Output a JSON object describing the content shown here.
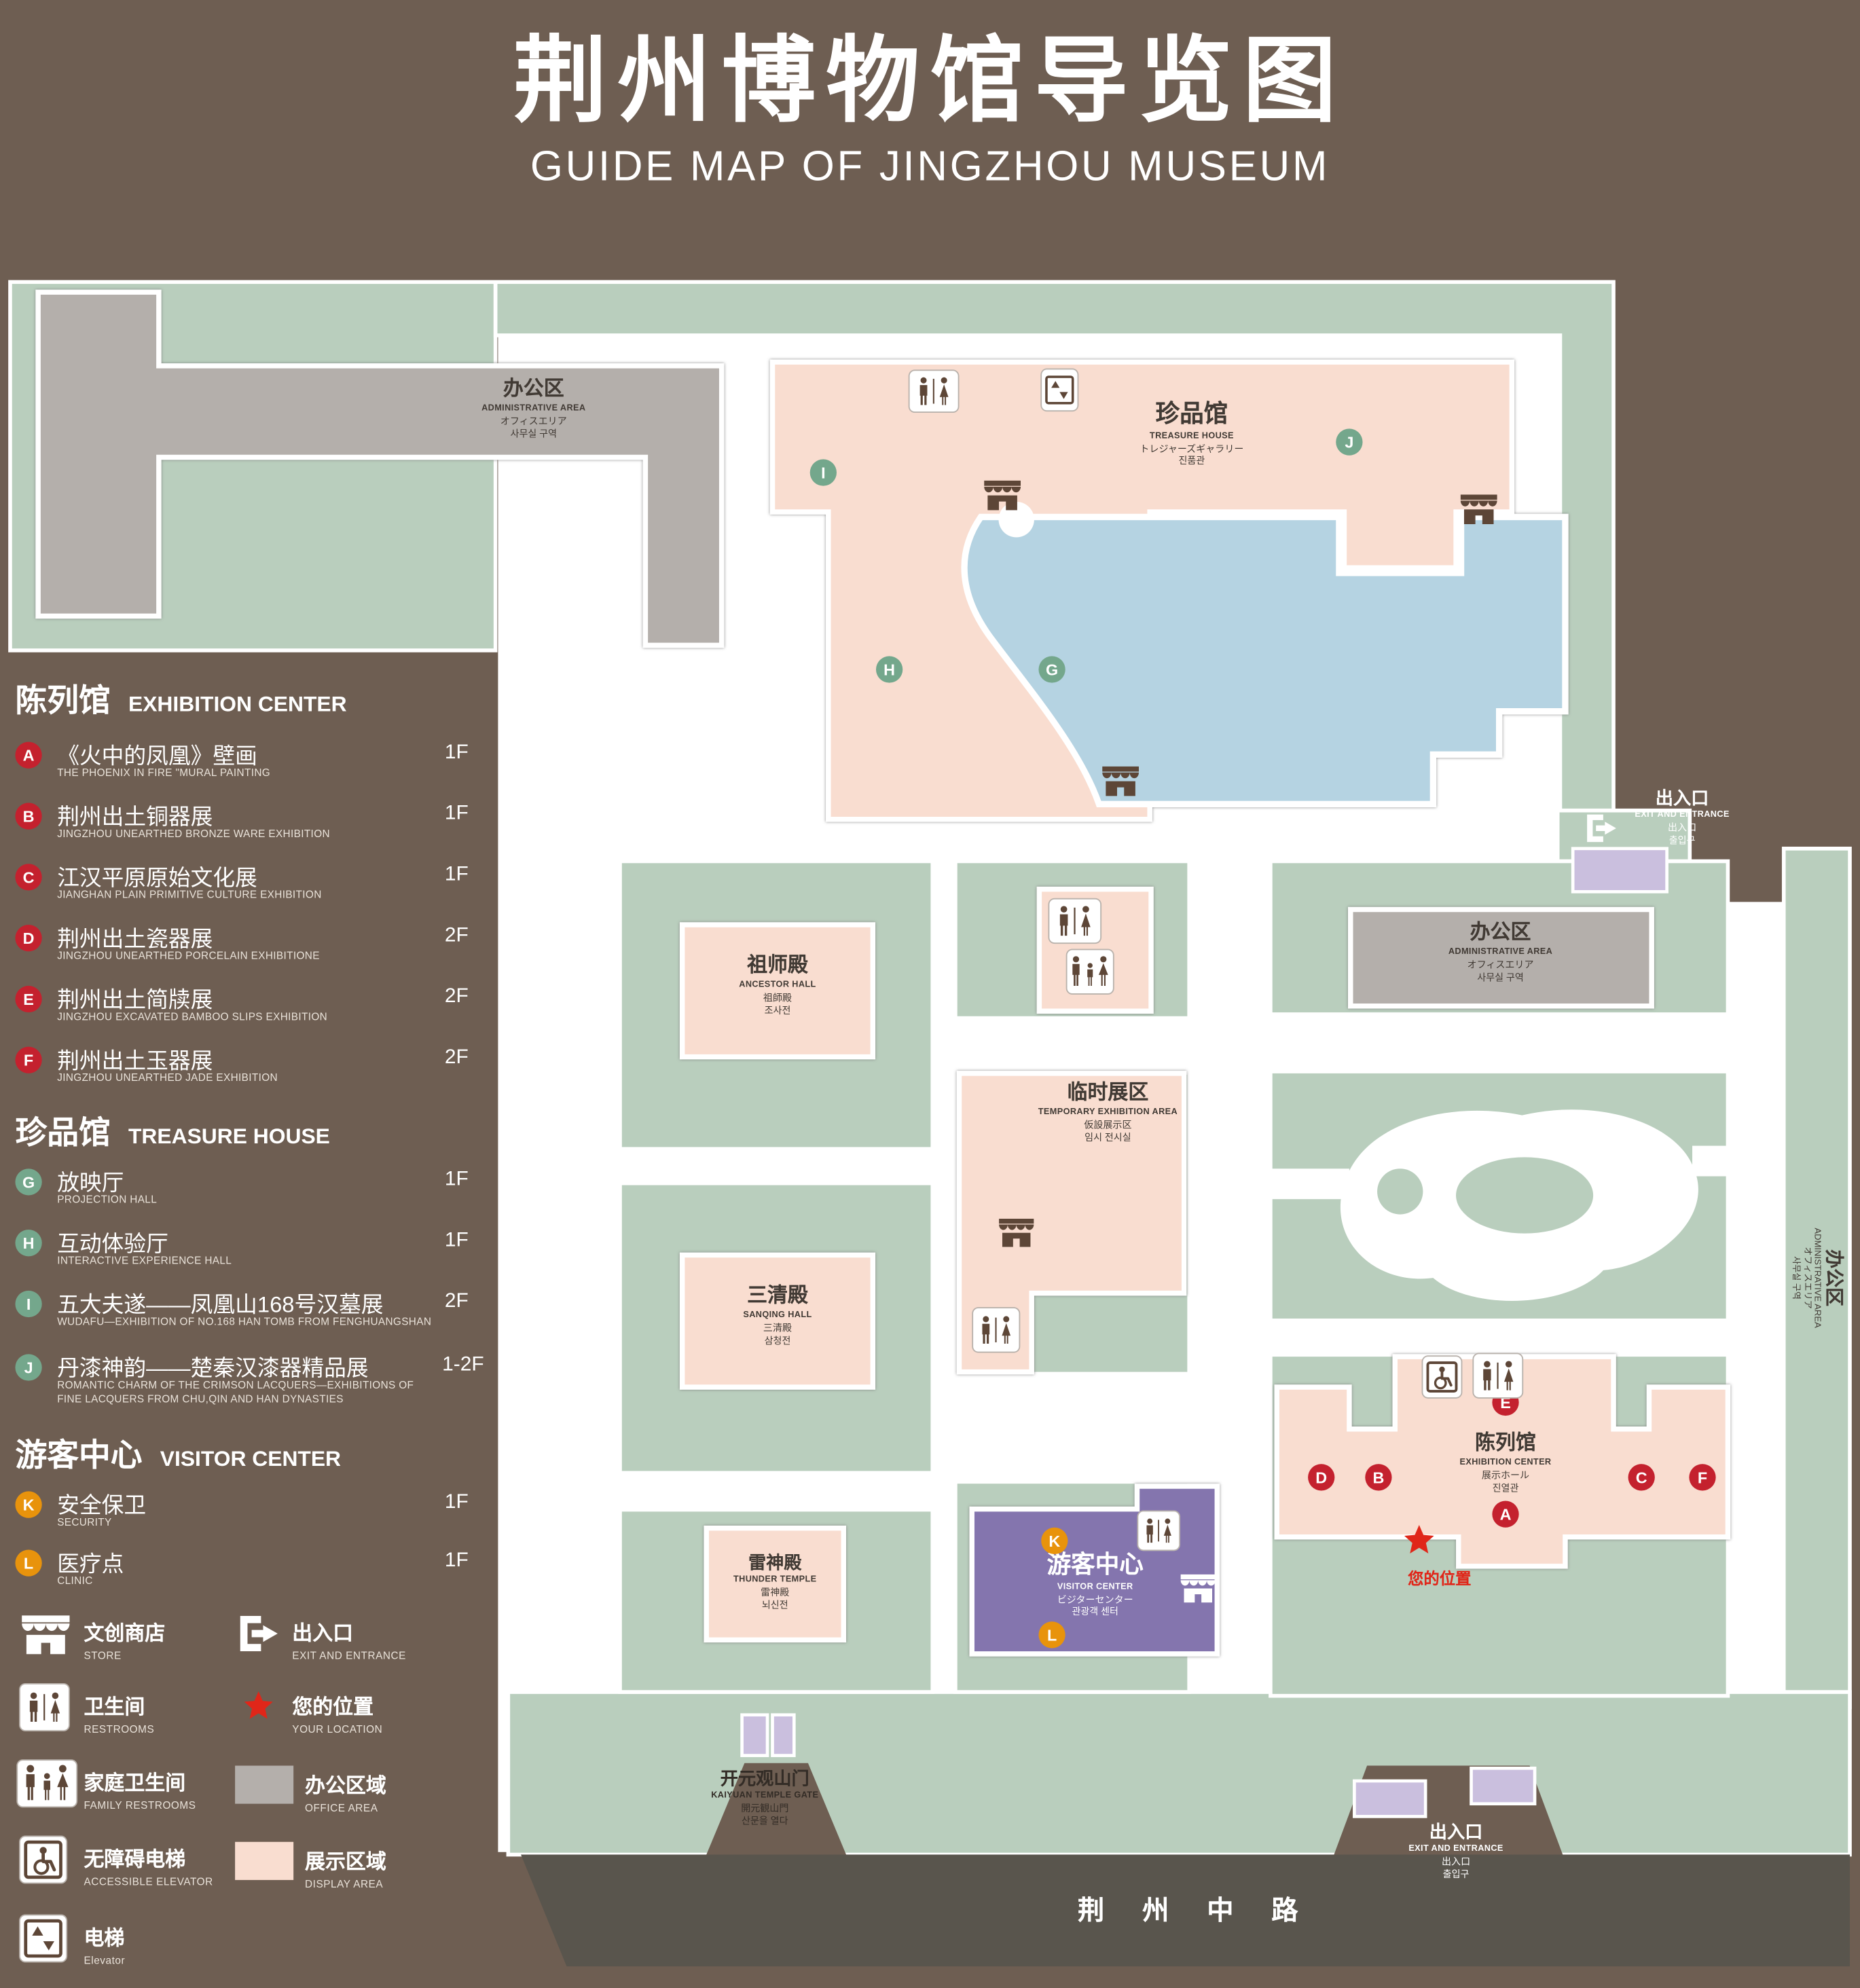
{
  "header": {
    "title": "荆州博物馆导览图",
    "subtitle": "GUIDE MAP OF JINGZHOU MUSEUM"
  },
  "sidebar": {
    "sections": [
      {
        "zh": "陈列馆",
        "en": "EXHIBITION CENTER",
        "items": [
          {
            "letter": "A",
            "zh": "《火中的凤凰》壁画",
            "en": "THE PHOENIX IN FIRE \"MURAL PAINTING",
            "floor": "1F"
          },
          {
            "letter": "B",
            "zh": "荆州出土铜器展",
            "en": "JINGZHOU UNEARTHED BRONZE WARE EXHIBITION",
            "floor": "1F"
          },
          {
            "letter": "C",
            "zh": "江汉平原原始文化展",
            "en": "JIANGHAN PLAIN PRIMITIVE CULTURE EXHIBITION",
            "floor": "1F"
          },
          {
            "letter": "D",
            "zh": "荆州出土瓷器展",
            "en": "JINGZHOU UNEARTHED PORCELAIN EXHIBITIONE",
            "floor": "2F"
          },
          {
            "letter": "E",
            "zh": "荆州出土简牍展",
            "en": "JINGZHOU EXCAVATED BAMBOO SLIPS EXHIBITION",
            "floor": "2F"
          },
          {
            "letter": "F",
            "zh": "荆州出土玉器展",
            "en": "JINGZHOU UNEARTHED JADE EXHIBITION",
            "floor": "2F"
          }
        ]
      },
      {
        "zh": "珍品馆",
        "en": "TREASURE HOUSE",
        "items": [
          {
            "letter": "G",
            "zh": "放映厅",
            "en": "PROJECTION HALL",
            "floor": "1F"
          },
          {
            "letter": "H",
            "zh": "互动体验厅",
            "en": "INTERACTIVE EXPERIENCE HALL",
            "floor": "1F"
          },
          {
            "letter": "I",
            "zh": "五大夫遂——凤凰山168号汉墓展",
            "en": "WUDAFU—EXHIBITION OF NO.168 HAN TOMB FROM FENGHUANGSHAN",
            "floor": "2F"
          },
          {
            "letter": "J",
            "zh": "丹漆神韵——楚秦汉漆器精品展",
            "en": "ROMANTIC CHARM OF THE CRIMSON LACQUERS—EXHIBITIONS OF FINE LACQUERS FROM CHU,QIN AND HAN DYNASTIES",
            "floor": "1-2F"
          }
        ]
      },
      {
        "zh": "游客中心",
        "en": "VISITOR CENTER",
        "items": [
          {
            "letter": "K",
            "zh": "安全保卫",
            "en": "SECURITY",
            "floor": "1F"
          },
          {
            "letter": "L",
            "zh": "医疗点",
            "en": "CLINIC",
            "floor": "1F"
          }
        ]
      }
    ]
  },
  "legend": {
    "store": {
      "zh": "文创商店",
      "en": "STORE"
    },
    "exit": {
      "zh": "出入口",
      "en": "EXIT AND ENTRANCE"
    },
    "restroom": {
      "zh": "卫生间",
      "en": "RESTROOMS"
    },
    "location": {
      "zh": "您的位置",
      "en": "YOUR LOCATION"
    },
    "family": {
      "zh": "家庭卫生间",
      "en": "FAMILY RESTROOMS"
    },
    "office": {
      "zh": "办公区域",
      "en": "OFFICE AREA"
    },
    "accessible": {
      "zh": "无障碍电梯",
      "en": "ACCESSIBLE ELEVATOR"
    },
    "display": {
      "zh": "展示区域",
      "en": "DISPLAY AREA"
    },
    "elevator": {
      "zh": "电梯",
      "en": "Elevator"
    }
  },
  "map": {
    "admin_top": {
      "zh": "办公区",
      "en": "ADMINISTRATIVE AREA",
      "ja": "オフィスエリア",
      "ko": "사무실 구역"
    },
    "treasure": {
      "zh": "珍品馆",
      "en": "TREASURE HOUSE",
      "ja": "トレジャーズギャラリー",
      "ko": "진품관"
    },
    "ancestor": {
      "zh": "祖师殿",
      "en": "ANCESTOR HALL",
      "ja": "祖師殿",
      "ko": "조사전"
    },
    "sanqing": {
      "zh": "三清殿",
      "en": "SANQING HALL",
      "ja": "三清殿",
      "ko": "삼청전"
    },
    "thunder": {
      "zh": "雷神殿",
      "en": "THUNDER TEMPLE",
      "ja": "雷神殿",
      "ko": "뇌신전"
    },
    "temporary": {
      "zh": "临时展区",
      "en": "TEMPORARY EXHIBITION AREA",
      "ja": "仮設展示区",
      "ko": "임시 전시실"
    },
    "admin_right": {
      "zh": "办公区",
      "en": "ADMINISTRATIVE AREA",
      "ja": "オフィスエリア",
      "ko": "사무실 구역"
    },
    "admin_side": {
      "zh": "办公区",
      "en": "ADMINISTRATIVE AREA",
      "ja": "オフィスエリア",
      "ko": "사무실 구역"
    },
    "exhibition": {
      "zh": "陈列馆",
      "en": "EXHIBITION CENTER",
      "ja": "展示ホール",
      "ko": "진열관"
    },
    "visitor": {
      "zh": "游客中心",
      "en": "VISITOR CENTER",
      "ja": "ビジターセンター",
      "ko": "관광객 센터"
    },
    "exit_right": {
      "zh": "出入口",
      "en": "EXIT AND ENTRANCE",
      "ja": "出入口",
      "ko": "출입구"
    },
    "exit_bottom": {
      "zh": "出入口",
      "en": "EXIT AND ENTRANCE",
      "ja": "出入口",
      "ko": "출입구"
    },
    "gate": {
      "zh": "开元观山门",
      "en": "KAIYUAN TEMPLE GATE",
      "ja": "開元観山門",
      "ko": "산문을 열다"
    },
    "your_location": "您的位置",
    "road": "荆 州 中 路",
    "markers": {
      "A": "A",
      "B": "B",
      "C": "C",
      "D": "D",
      "E": "E",
      "F": "F",
      "G": "G",
      "H": "H",
      "I": "I",
      "J": "J",
      "K": "K",
      "L": "L"
    }
  },
  "icons": {
    "store": "awning-storefront",
    "exit": "door-with-arrow",
    "restroom": "man-woman-figures",
    "family_restroom": "family-figures",
    "accessible_elevator": "wheelchair-in-square",
    "elevator": "up-down-arrows-in-square",
    "your_location": "red-star"
  },
  "colors": {
    "background": "#6e5e52",
    "green_area": "#b9cebd",
    "display_area": "#f9ddd0",
    "office_area": "#b4afab",
    "water": "#b5d3e2",
    "visitor_center": "#8474ae",
    "entrance": "#cabfde",
    "road": "#59554d",
    "marker_red": "#c4212e",
    "marker_green": "#74a78c",
    "marker_orange": "#e8930c",
    "location_red": "#e02619"
  }
}
